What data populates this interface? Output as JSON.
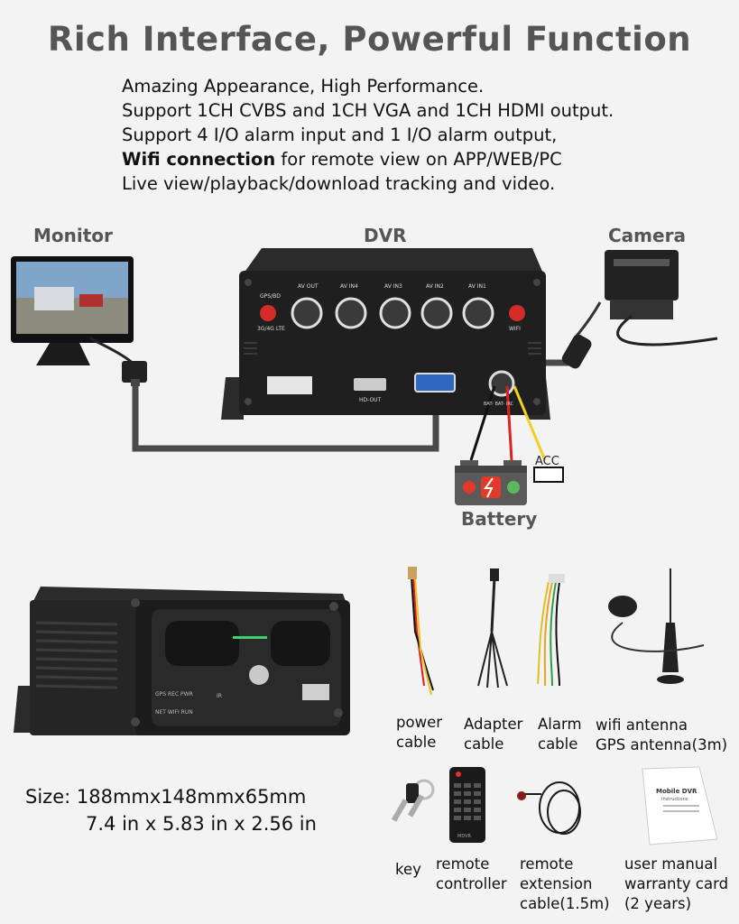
{
  "title": "Rich Interface, Powerful Function",
  "features": {
    "line1": "Amazing Appearance, High Performance.",
    "line2": "Support 1CH CVBS and 1CH VGA and 1CH HDMI output.",
    "line3": "Support 4 I/O alarm input and 1 I/O alarm output,",
    "line4_bold": "Wifi connection",
    "line4_rest": " for remote view on APP/WEB/PC",
    "line5": "Live view/playback/download tracking and video."
  },
  "diagram": {
    "monitor_label": "Monitor",
    "dvr_label": "DVR",
    "camera_label": "Camera",
    "battery_label": "Battery",
    "acc_label": "ACC",
    "ports": {
      "gps_bd": "GPS/BD",
      "lte": "3G/4G LTE",
      "av_out": "AV OUT",
      "av_in4": "AV IN4",
      "av_in3": "AV IN3",
      "av_in2": "AV IN2",
      "av_in1": "AV IN1",
      "wifi": "WIFI",
      "hd_out": "HD-OUT",
      "power": "BAT-  BAT-  IRC"
    }
  },
  "device_front": {
    "led_top": "GPS  REC  PWR",
    "led_bottom": "NET  WIFI  RUN",
    "ir": "IR"
  },
  "size": {
    "line1": "Size: 188mmx148mmx65mm",
    "line2": "7.4 in x 5.83 in x 2.56 in"
  },
  "accessories": {
    "power_cable": [
      "power",
      "cable"
    ],
    "adapter_cable": [
      "Adapter",
      "cable"
    ],
    "alarm_cable": [
      "Alarm",
      "cable"
    ],
    "antenna": [
      "wifi antenna",
      "GPS antenna(3m)"
    ],
    "key": [
      "key"
    ],
    "remote_controller": [
      "remote",
      "controller"
    ],
    "remote_extension": [
      "remote",
      "extension",
      "cable(1.5m)"
    ],
    "user_manual": [
      "user manual",
      "warranty card",
      "(2 years)"
    ],
    "manual_title": "Mobile DVR",
    "manual_subtitle": "Instructions",
    "remote_brand": "MDVR"
  },
  "colors": {
    "title": "#555555",
    "device_body": "#1f1f1f",
    "cable": "#4a4a4a",
    "wire_red": "#e02020",
    "wire_yellow": "#f0d020",
    "battery_green": "#5cb85c",
    "battery_red": "#e03a2a"
  }
}
